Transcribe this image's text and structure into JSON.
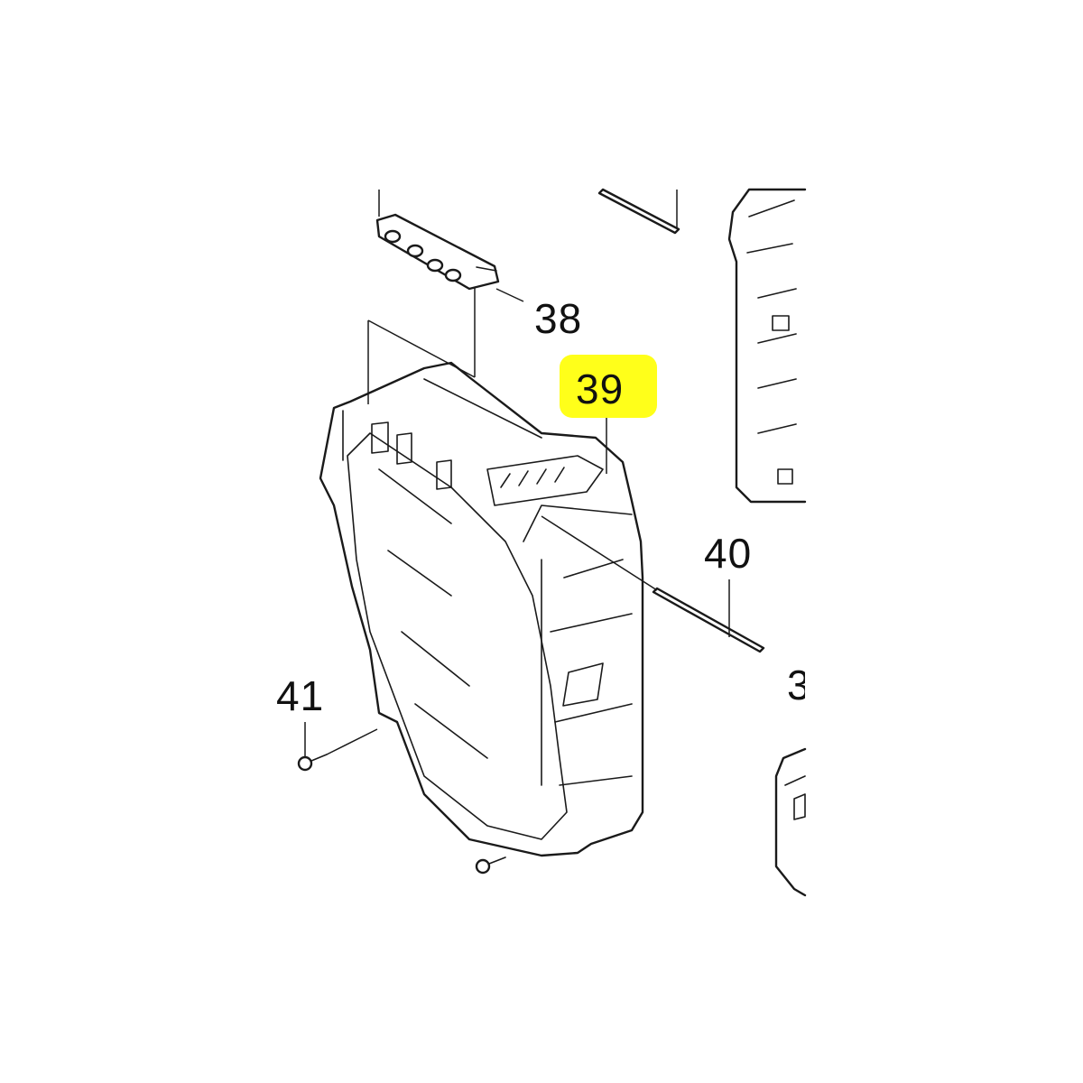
{
  "callouts": {
    "c38": "38",
    "c39": "39",
    "c40": "40",
    "c41": "41",
    "c_edge": "3"
  },
  "highlight": {
    "part": "39",
    "color": "#ffff1a"
  }
}
